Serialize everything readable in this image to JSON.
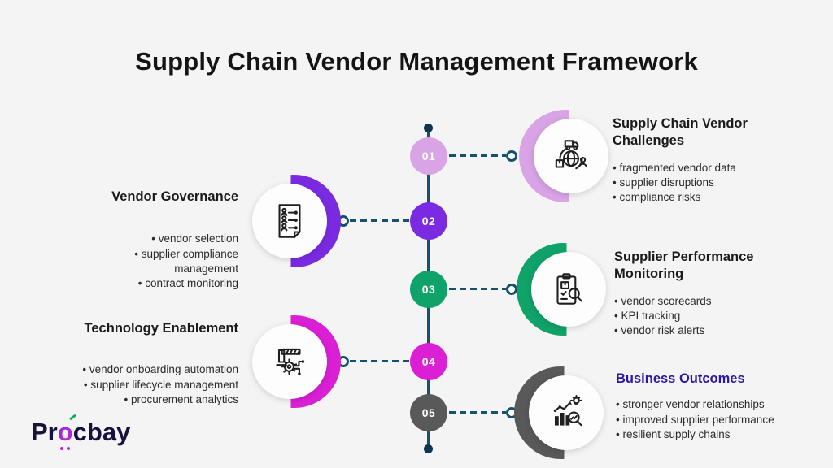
{
  "title": "Supply Chain Vendor Management Framework",
  "timeline": {
    "line_color": "#15506e",
    "nodes": [
      {
        "number": "01",
        "color": "#d9a4e6"
      },
      {
        "number": "02",
        "color": "#7a2be2"
      },
      {
        "number": "03",
        "color": "#0fa369"
      },
      {
        "number": "04",
        "color": "#da1fd5"
      },
      {
        "number": "05",
        "color": "#595959"
      }
    ]
  },
  "sections": [
    {
      "number": "01",
      "side": "right",
      "title": "Supply Chain Vendor Challenges",
      "bullets": [
        "fragmented vendor data",
        "supplier disruptions",
        "compliance risks"
      ],
      "accent": "#d9a4e6",
      "icon": "global-logistics-icon"
    },
    {
      "number": "02",
      "side": "left",
      "title": "Vendor Governance",
      "bullets": [
        "vendor selection",
        "supplier compliance management",
        "contract monitoring"
      ],
      "accent": "#7a2be2",
      "icon": "vendor-list-icon"
    },
    {
      "number": "03",
      "side": "right",
      "title": "Supplier Performance Monitoring",
      "bullets": [
        "vendor scorecards",
        "KPI tracking",
        "vendor risk alerts"
      ],
      "accent": "#0fa369",
      "icon": "clipboard-audit-icon"
    },
    {
      "number": "04",
      "side": "left",
      "title": "Technology Enablement",
      "bullets": [
        "vendor onboarding automation",
        "supplier lifecycle management",
        "procurement analytics"
      ],
      "accent": "#da1fd5",
      "icon": "automation-arm-icon"
    },
    {
      "number": "05",
      "side": "right",
      "title": "Business Outcomes",
      "title_color": "#2b16a8",
      "bullets": [
        "stronger vendor relationships",
        "improved supplier performance",
        "resilient supply chains"
      ],
      "accent": "#595959",
      "icon": "growth-analytics-icon"
    }
  ],
  "logo": {
    "pre": "Pr",
    "o": "o",
    "post": "cbay"
  }
}
